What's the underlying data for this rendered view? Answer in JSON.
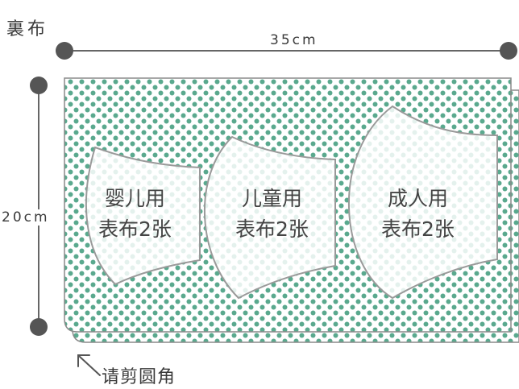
{
  "fabric_title": "裏布",
  "width_label": "35cm",
  "height_label": "20cm",
  "corner_note": "请剪圆角",
  "pieces": [
    {
      "line1": "婴儿用",
      "line2": "表布2张"
    },
    {
      "line1": "儿童用",
      "line2": "表布2张"
    },
    {
      "line1": "成人用",
      "line2": "表布2张"
    }
  ],
  "colors": {
    "dot": "#5aa98e",
    "outline": "#9a9a9a",
    "dimension": "#555555"
  }
}
